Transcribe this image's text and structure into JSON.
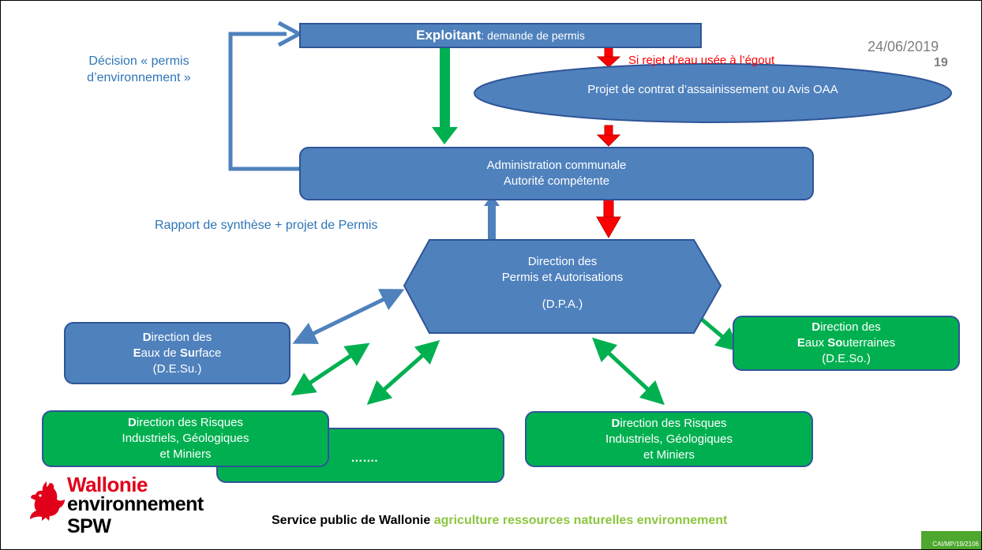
{
  "slide": {
    "date": "24/06/2019",
    "page_number": "19",
    "reference": "CAI/MP/19/2106"
  },
  "diagram": {
    "exploitant": {
      "bold": "Exploitant",
      "rest": " : demande de permis"
    },
    "decision": {
      "line1": "Décision « permis",
      "line2": "d’environnement »"
    },
    "rejet_label": "Si rejet d’eau usée à l’égout",
    "contrat": "Projet de contrat d’assainissement ou Avis OAA",
    "admin": {
      "line1": "Administration communale",
      "line2": "Autorité compétente"
    },
    "rapport": "Rapport de synthèse + projet de  Permis",
    "dpa": {
      "line1": "Direction des",
      "line2": "Permis et Autorisations",
      "line3": "(D.P.A.)"
    },
    "desu": {
      "l1b": "D",
      "l1": "irection des",
      "l2b1": "E",
      "l2a": "aux de ",
      "l2b2": "Su",
      "l2c": "rface",
      "l3": "(D.E.Su.)"
    },
    "deso": {
      "l1b": "D",
      "l1": "irection des",
      "l2b1": "E",
      "l2a": "aux ",
      "l2b2": "So",
      "l2c": "uterraines",
      "l3": "(D.E.So.)"
    },
    "drigm_left": {
      "l1b": "D",
      "l1": "irection des Risques",
      "l2": "Industriels, Géologiques",
      "l3": "et  Miniers"
    },
    "drigm_right": {
      "l1b": "D",
      "l1": "irection des Risques",
      "l2": "Industriels, Géologiques",
      "l3": "et  Miniers"
    },
    "ellipsis_box": "……."
  },
  "footer": {
    "brand1": "Wallonie",
    "brand2": "environnement",
    "brand3": "SPW",
    "service_bold": "Service public de Wallonie",
    "service_green": " agriculture ressources naturelles environnement"
  },
  "colors": {
    "blue_box": "#4f81bd",
    "green_box": "#00b050",
    "text_blue": "#2e75b6",
    "red_arrow": "#ff0000"
  }
}
